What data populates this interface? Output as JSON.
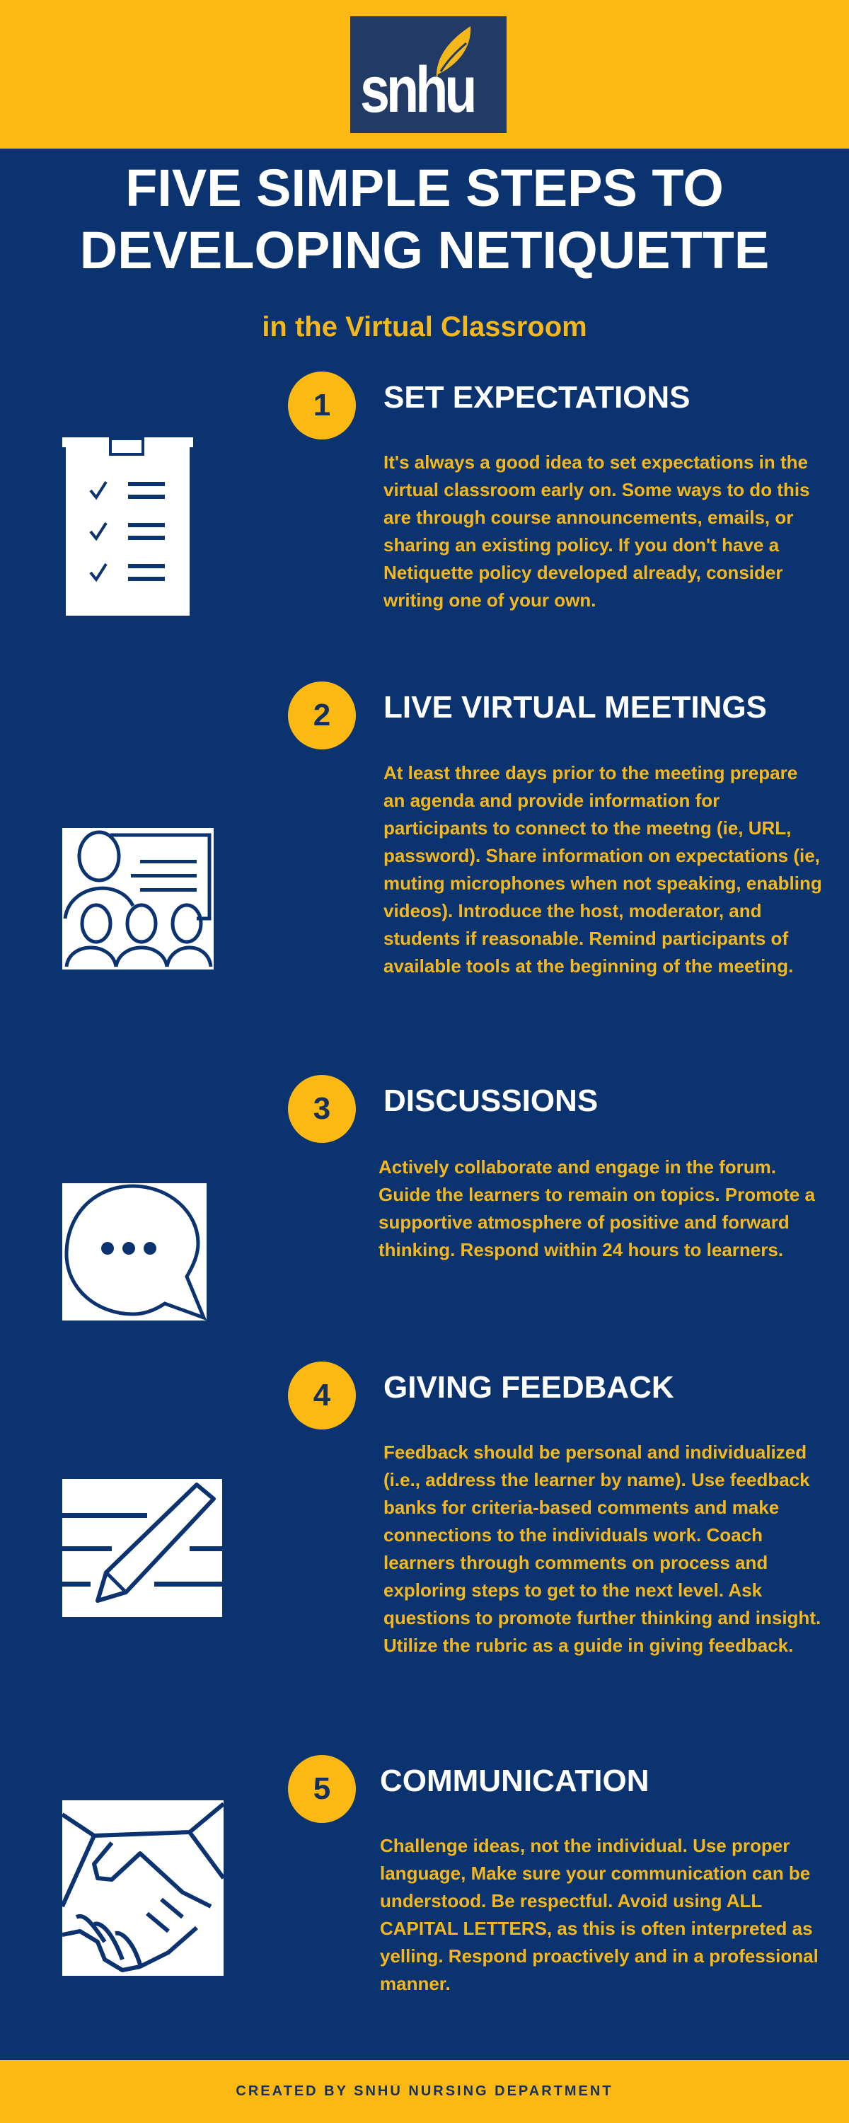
{
  "header": {
    "logo_text": "snhu",
    "title_line1": "FIVE SIMPLE STEPS TO",
    "title_line2": "DEVELOPING NETIQUETTE",
    "subtitle": "in the Virtual Classroom"
  },
  "colors": {
    "gold": "#fdb913",
    "navy": "#0b3370",
    "logo_navy": "#213a66",
    "body_text": "#f5b81c",
    "white": "#ffffff"
  },
  "steps": [
    {
      "number": "1",
      "title": "SET EXPECTATIONS",
      "icon": "clipboard-checklist-icon",
      "body": "It's always a good idea to set expectations in the virtual classroom early on. Some ways to do this are through course announcements, emails, or sharing an existing policy. If you don't have a Netiquette policy developed already, consider writing one of your own."
    },
    {
      "number": "2",
      "title": "LIVE VIRTUAL MEETINGS",
      "icon": "presentation-audience-icon",
      "body": "At least three days prior to the meeting prepare an agenda and provide information for participants to connect to the meetng (ie, URL, password). Share information on expectations (ie, muting microphones when not speaking, enabling videos). Introduce the host, moderator, and students if reasonable. Remind participants of available tools at the beginning of the meeting."
    },
    {
      "number": "3",
      "title": "DISCUSSIONS",
      "icon": "speech-bubble-icon",
      "body": "Actively collaborate and engage in the forum. Guide the learners to remain on topics. Promote a supportive atmosphere of positive and forward thinking. Respond within 24 hours to learners."
    },
    {
      "number": "4",
      "title": "GIVING FEEDBACK",
      "icon": "pencil-writing-icon",
      "body": "Feedback should be personal and individualized (i.e., address the learner by name). Use feedback banks for criteria-based comments and make connections to the individuals work. Coach learners through comments on process and exploring steps to get to the next level. Ask questions to promote further thinking and insight. Utilize the rubric as a guide in giving feedback."
    },
    {
      "number": "5",
      "title": "COMMUNICATION",
      "icon": "handshake-icon",
      "body": "Challenge ideas, not the individual. Use proper language, Make sure your communication can be understood. Be respectful. Avoid using ALL CAPITAL LETTERS, as this is often interpreted as yelling. Respond proactively and in a professional manner."
    }
  ],
  "footer": {
    "credit": "CREATED BY SNHU NURSING DEPARTMENT"
  }
}
